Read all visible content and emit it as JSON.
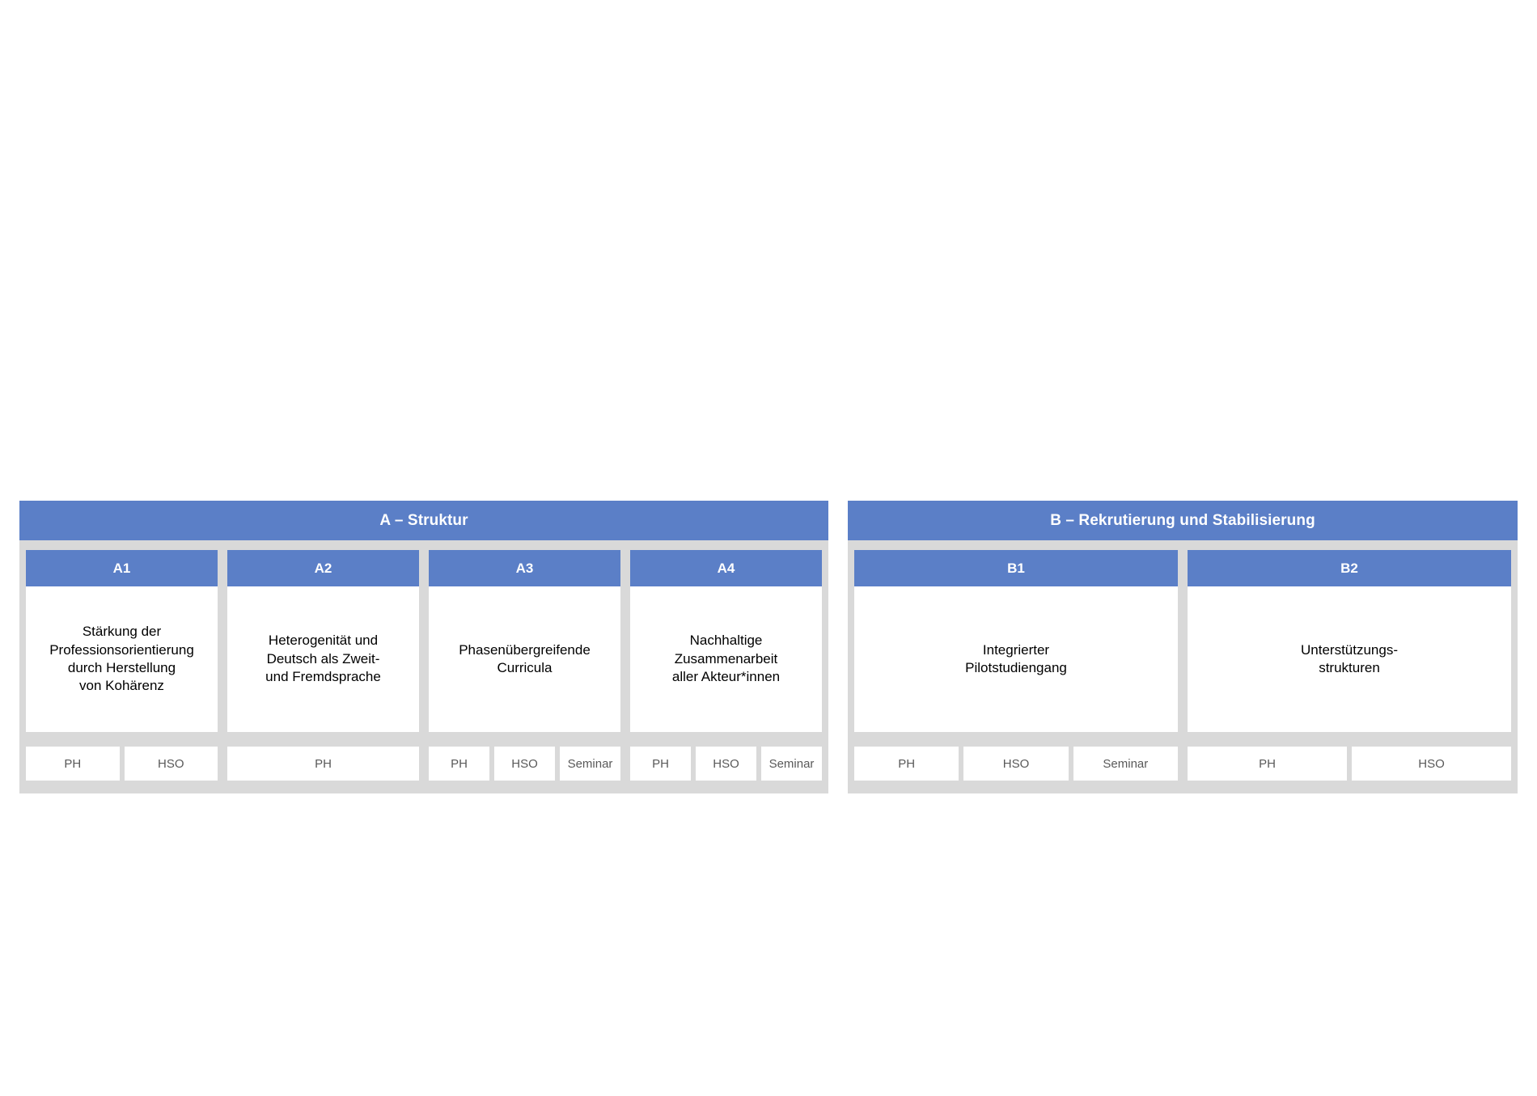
{
  "colors": {
    "band_blue": "#5b7fc7",
    "panel_gray": "#d9d9d9",
    "card_white": "#ffffff",
    "card_text": "#000000",
    "tag_text": "#595959",
    "page_background": "#ffffff"
  },
  "sections": [
    {
      "id": "A",
      "header": "A – Struktur",
      "cards": [
        {
          "code": "A1",
          "title": "Stärkung der\nProfessionsorientierung\ndurch Herstellung\nvon Kohärenz",
          "tags": [
            "PH",
            "HSO"
          ]
        },
        {
          "code": "A2",
          "title": "Heterogenität und\nDeutsch als Zweit-\nund Fremdsprache",
          "tags": [
            "PH"
          ]
        },
        {
          "code": "A3",
          "title": "Phasenübergreifende\nCurricula",
          "tags": [
            "PH",
            "HSO",
            "Seminar"
          ]
        },
        {
          "code": "A4",
          "title": "Nachhaltige\nZusammenarbeit\naller Akteur*innen",
          "tags": [
            "PH",
            "HSO",
            "Seminar"
          ]
        }
      ]
    },
    {
      "id": "B",
      "header": "B – Rekrutierung und Stabilisierung",
      "cards": [
        {
          "code": "B1",
          "title": "Integrierter\nPilotstudiengang",
          "tags": [
            "PH",
            "HSO",
            "Seminar"
          ]
        },
        {
          "code": "B2",
          "title": "Unterstützungs-\nstrukturen",
          "tags": [
            "PH",
            "HSO"
          ]
        }
      ]
    }
  ]
}
